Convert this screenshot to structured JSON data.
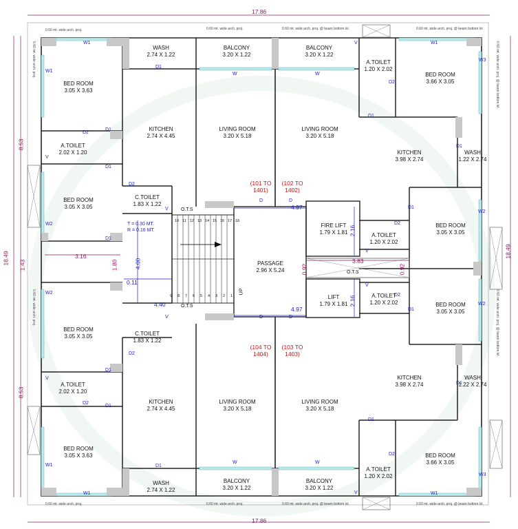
{
  "dimensions": {
    "top_width": "17.86",
    "bottom_width": "17.86",
    "left_height": "18.49",
    "right_height": "18.49",
    "left_upper": "8.53",
    "left_lower": "8.53",
    "left_mid": "1.43",
    "lobby_width": "4.97",
    "lobby_width_lower": "4.97",
    "stair_run": "4.00",
    "stair_width": "4.40",
    "ledge": "3.16",
    "offset_a": "1.80",
    "offset_b": "0.11",
    "lift_w": "2.16",
    "lift_w_lower": "2.16",
    "ots_w": "3.83",
    "ots_h_l": "0.92",
    "ots_h_r": "0.92"
  },
  "rooms": {
    "tl_bed1": [
      "BED ROOM",
      "3.05 X 3.63"
    ],
    "tl_wash": [
      "WASH",
      "2.74 X 1.22"
    ],
    "tl_balcony": [
      "BALCONY",
      "3.20 X 1.22"
    ],
    "tl_kitchen": [
      "KITCHEN",
      "2.74 X 4.45"
    ],
    "tl_living": [
      "LIVING ROOM",
      "3.20 X 5.18"
    ],
    "tl_atoilet": [
      "A.TOILET",
      "2.02 X 1.20"
    ],
    "tl_bed2": [
      "BED ROOM",
      "3.05 X 3.05"
    ],
    "tl_ctoilet": [
      "C.TOILET",
      "1.83 X 1.22"
    ],
    "tr_balcony": [
      "BALCONY",
      "3.20 X 1.22"
    ],
    "tr_atoilet": [
      "A.TOILET",
      "1.20 X 2.02"
    ],
    "tr_bed1": [
      "BED ROOM",
      "3.66 X 3.05"
    ],
    "tr_living": [
      "LIVING ROOM",
      "3.20 X 5.18"
    ],
    "tr_kitchen": [
      "KITCHEN",
      "3.98 X 2.74"
    ],
    "tr_wash": [
      "WASH",
      "1.22 X 2.74"
    ],
    "tr_bed2": [
      "BED ROOM",
      "3.05 X 3.05"
    ],
    "tr_atoilet2": [
      "A.TOILET",
      "1.20 X 2.02"
    ],
    "fire_lift": [
      "FIRE LIFT",
      "1.79 X 1.81"
    ],
    "passage": [
      "PASSAGE",
      "2.96 X 5.24"
    ],
    "lift": [
      "LIFT",
      "1.79 X 1.81"
    ],
    "br_atoilet2": [
      "A.TOILET",
      "1.20 X 2.02"
    ],
    "br_bed2": [
      "BED ROOM",
      "3.05 X 3.05"
    ],
    "bl_bed2": [
      "BED ROOM",
      "3.05 X 3.05"
    ],
    "bl_ctoilet": [
      "C.TOILET",
      "1.83 X 1.22"
    ],
    "bl_atoilet": [
      "A.TOILET",
      "2.02 X 1.20"
    ],
    "bl_kitchen": [
      "KITCHEN",
      "2.74 X 4.45"
    ],
    "bl_living": [
      "LIVING ROOM",
      "3.20 X 5.18"
    ],
    "br_living": [
      "LIVING ROOM",
      "3.20 X 5.18"
    ],
    "br_kitchen": [
      "KITCHEN",
      "3.98 X 2.74"
    ],
    "br_wash": [
      "WASH",
      "1.22 X 2.74"
    ],
    "bl_bed1": [
      "BED ROOM",
      "3.05 X 3.63"
    ],
    "bl_wash": [
      "WASH",
      "2.74 X 1.22"
    ],
    "bl_balcony": [
      "BALCONY",
      "3.20 X 1.22"
    ],
    "br_balcony": [
      "BALCONY",
      "3.20 X 1.22"
    ],
    "br_atoilet": [
      "A.TOILET",
      "1.20 X 2.02"
    ],
    "br_bed1": [
      "BED ROOM",
      "3.66 X 3.05"
    ]
  },
  "flat_numbers": {
    "tl": [
      "(101 TO",
      "1401)"
    ],
    "tr": [
      "(102 TO",
      "1402)"
    ],
    "bl": [
      "(104 TO",
      "1404)"
    ],
    "br": [
      "(103 TO",
      "1403)"
    ]
  },
  "notes": {
    "proj": "0.60 mt. wide arch. proj.",
    "proj_beam": "0.60 mt. wide arch. proj. @ beam bottom lvl.",
    "ots": "O.T.S",
    "tread": "T = 0.30 MT.",
    "riser": "R = 0.16 MT.",
    "up": "UP"
  },
  "stair": {
    "upper": [
      "10",
      "11",
      "12",
      "13",
      "14",
      "15",
      "16",
      "17",
      "18"
    ],
    "lower": [
      "9",
      "8",
      "7",
      "6",
      "5",
      "4",
      "3",
      "2",
      "1"
    ]
  },
  "openings": {
    "w": "W",
    "w1": "W1",
    "w2": "W2",
    "w3": "W3",
    "d": "D",
    "d1": "D1",
    "d2": "D2",
    "v": "V"
  }
}
